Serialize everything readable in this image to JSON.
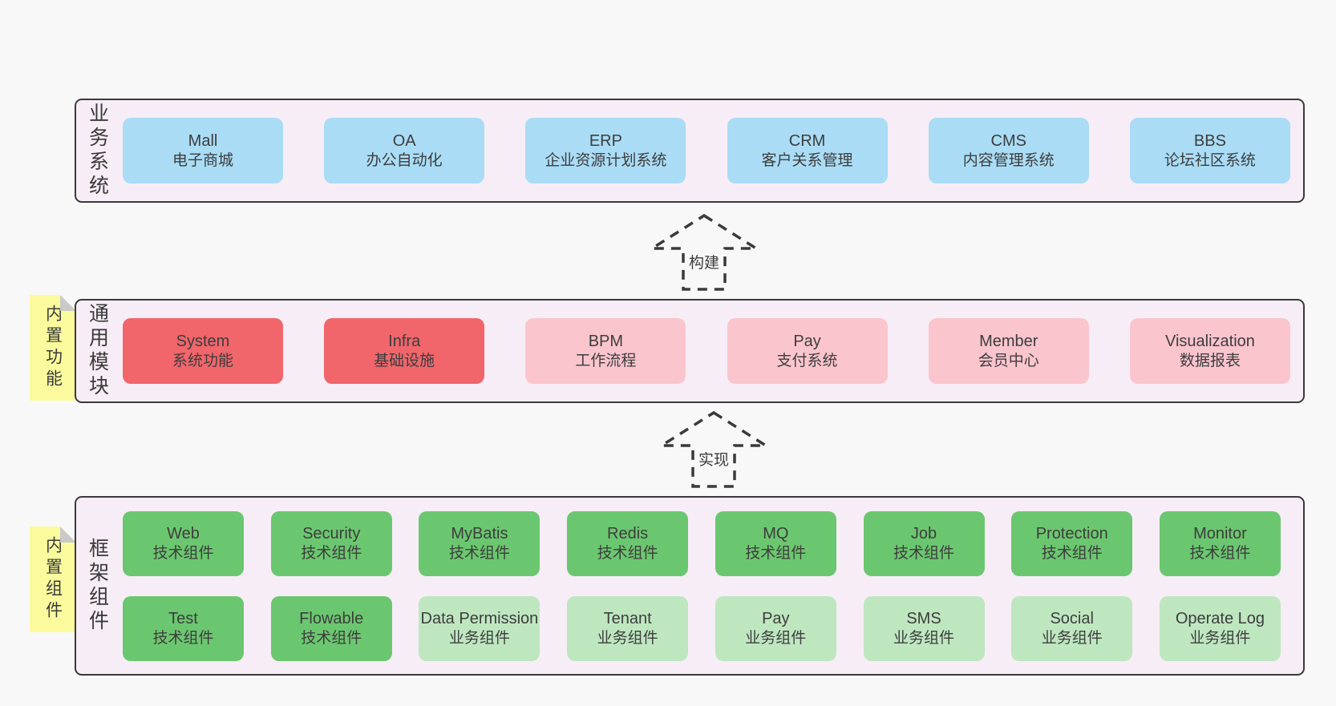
{
  "diagram": {
    "arrows": [
      {
        "label": "构建"
      },
      {
        "label": "实现"
      }
    ],
    "bands": [
      {
        "label": "业务系统",
        "boxes": [
          {
            "en": "Mall",
            "zh": "电子商城"
          },
          {
            "en": "OA",
            "zh": "办公自动化"
          },
          {
            "en": "ERP",
            "zh": "企业资源计划系统"
          },
          {
            "en": "CRM",
            "zh": "客户关系管理"
          },
          {
            "en": "CMS",
            "zh": "内容管理系统"
          },
          {
            "en": "BBS",
            "zh": "论坛社区系统"
          }
        ]
      },
      {
        "label": "通用模块",
        "sticky": "内置功能",
        "boxes": [
          {
            "en": "System",
            "zh": "系统功能"
          },
          {
            "en": "Infra",
            "zh": "基础设施"
          },
          {
            "en": "BPM",
            "zh": "工作流程"
          },
          {
            "en": "Pay",
            "zh": "支付系统"
          },
          {
            "en": "Member",
            "zh": "会员中心"
          },
          {
            "en": "Visualization",
            "zh": "数据报表"
          }
        ]
      },
      {
        "label": "框架组件",
        "sticky": "内置组件",
        "rows": [
          [
            {
              "en": "Web",
              "zh": "技术组件"
            },
            {
              "en": "Security",
              "zh": "技术组件"
            },
            {
              "en": "MyBatis",
              "zh": "技术组件"
            },
            {
              "en": "Redis",
              "zh": "技术组件"
            },
            {
              "en": "MQ",
              "zh": "技术组件"
            },
            {
              "en": "Job",
              "zh": "技术组件"
            },
            {
              "en": "Protection",
              "zh": "技术组件"
            },
            {
              "en": "Monitor",
              "zh": "技术组件"
            }
          ],
          [
            {
              "en": "Test",
              "zh": "技术组件"
            },
            {
              "en": "Flowable",
              "zh": "技术组件"
            },
            {
              "en": "Data Permission",
              "zh": "业务组件"
            },
            {
              "en": "Tenant",
              "zh": "业务组件"
            },
            {
              "en": "Pay",
              "zh": "业务组件"
            },
            {
              "en": "SMS",
              "zh": "业务组件"
            },
            {
              "en": "Social",
              "zh": "业务组件"
            },
            {
              "en": "Operate Log",
              "zh": "业务组件"
            }
          ]
        ]
      }
    ],
    "colors": {
      "page_background": "#f8f8f8",
      "band_background": "#f7edf6",
      "band_border": "#3a3a3a",
      "business_box": "#aadcf5",
      "core_module_box": "#f0666b",
      "optional_module_box": "#fbc5ce",
      "tech_component_box": "#6bc76f",
      "biz_component_box": "#bee7c0",
      "sticky_note": "#fbfb9e",
      "sticky_fold": "#c9c9c9",
      "text": "#3d3d3d"
    }
  }
}
